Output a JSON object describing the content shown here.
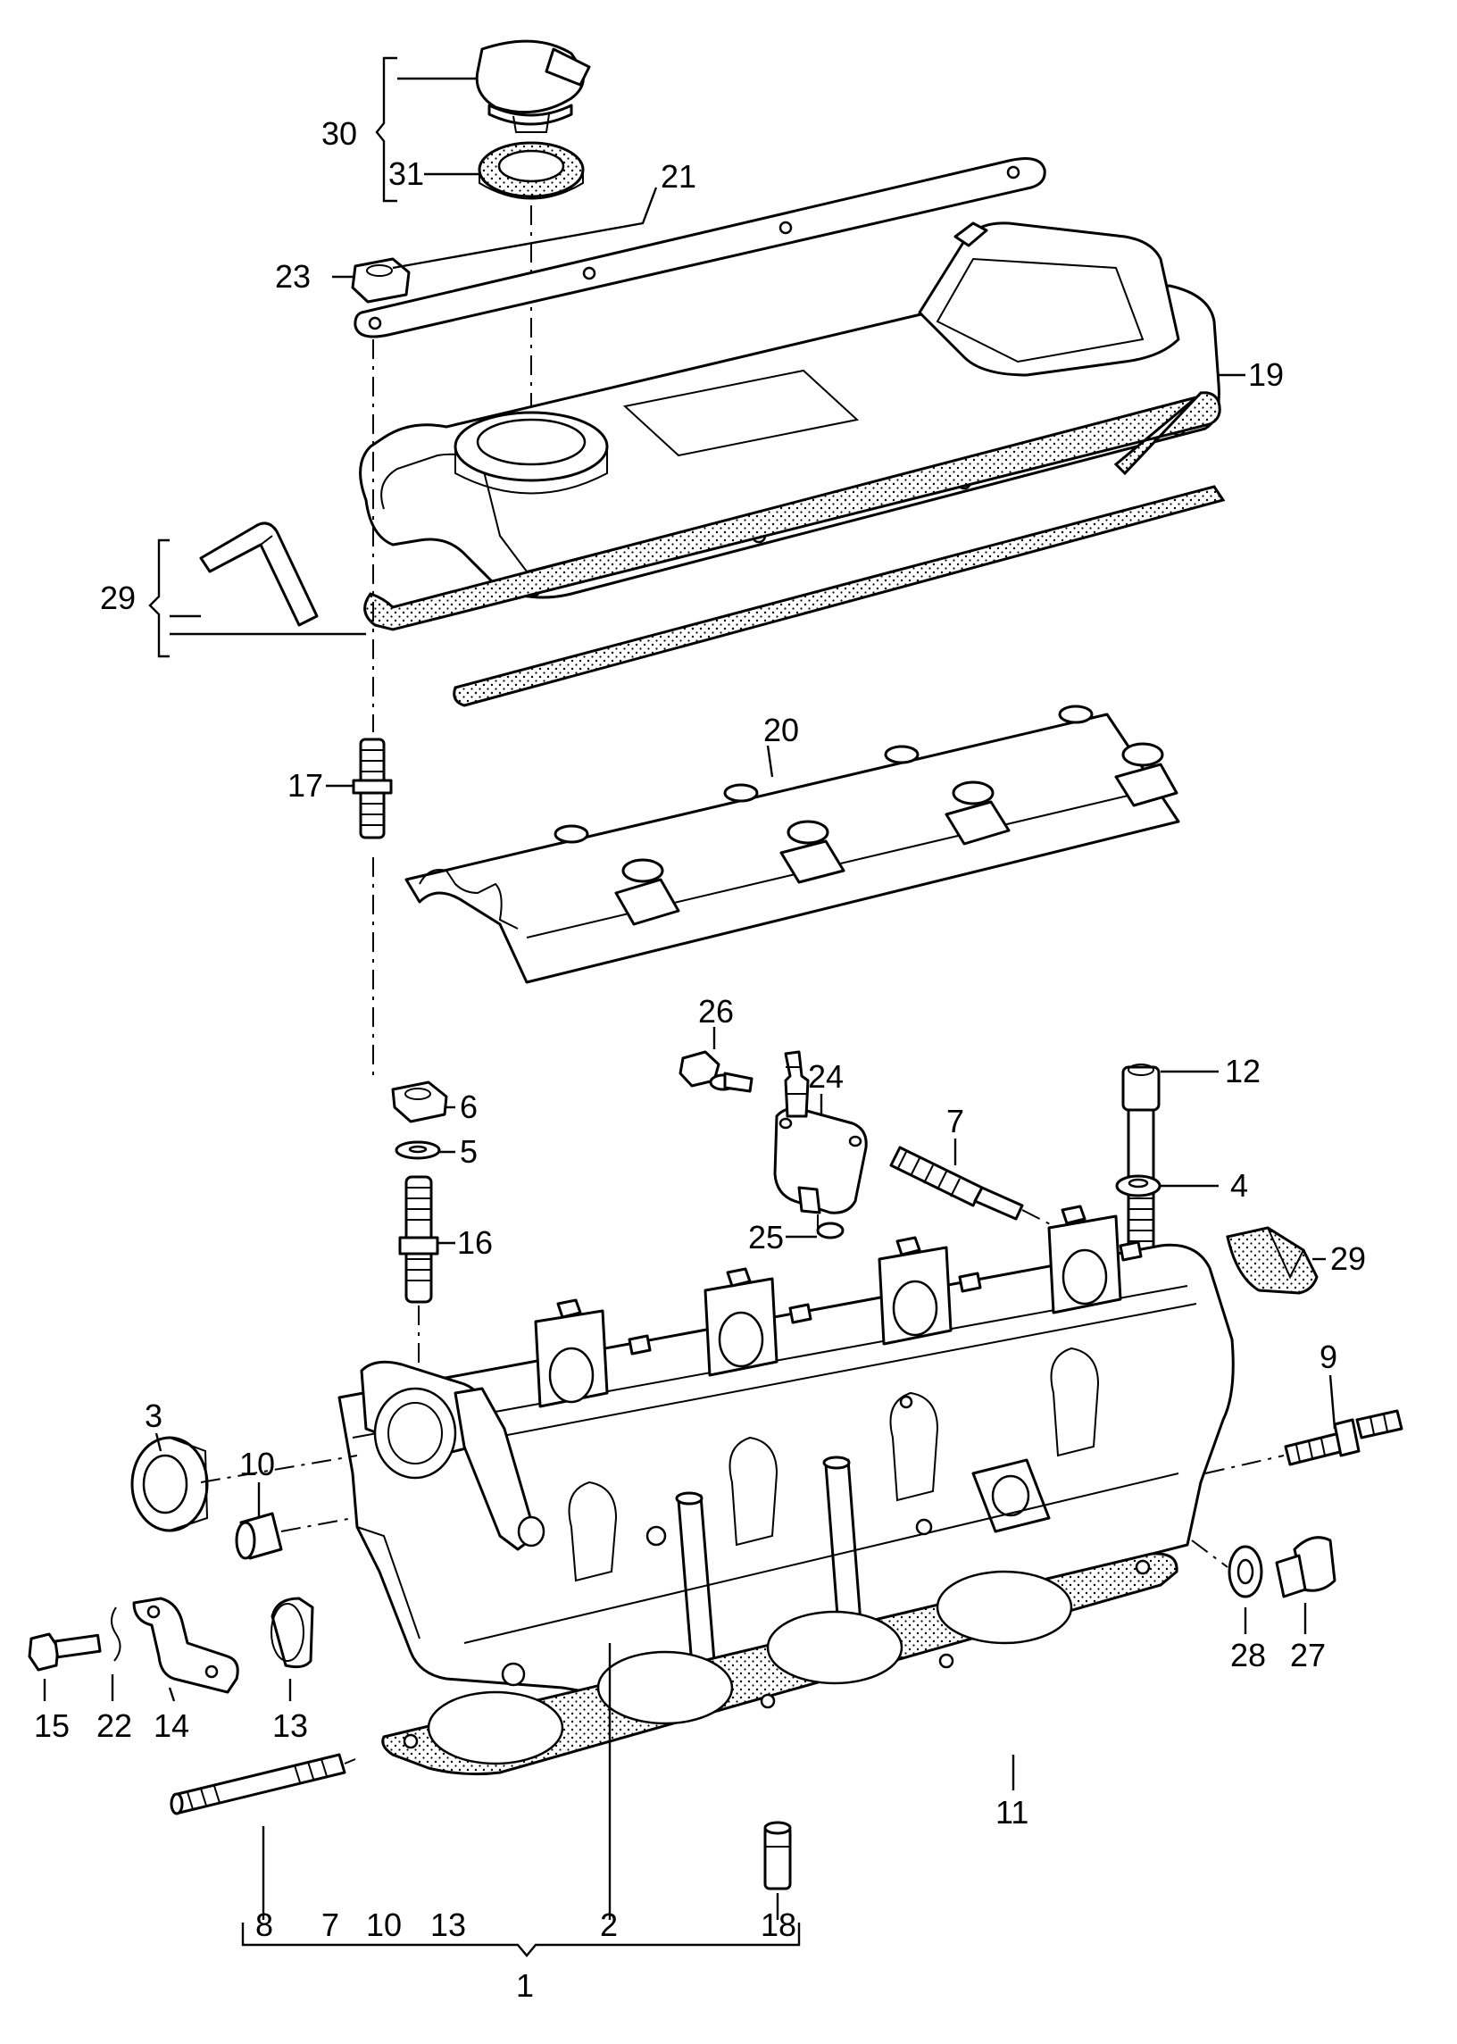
{
  "diagram": {
    "callouts": [
      {
        "id": "30",
        "text": "30"
      },
      {
        "id": "31",
        "text": "31"
      },
      {
        "id": "21",
        "text": "21"
      },
      {
        "id": "23",
        "text": "23"
      },
      {
        "id": "19",
        "text": "19"
      },
      {
        "id": "29a",
        "text": "29"
      },
      {
        "id": "20",
        "text": "20"
      },
      {
        "id": "17",
        "text": "17"
      },
      {
        "id": "26",
        "text": "26"
      },
      {
        "id": "24",
        "text": "24"
      },
      {
        "id": "12",
        "text": "12"
      },
      {
        "id": "7a",
        "text": "7"
      },
      {
        "id": "6",
        "text": "6"
      },
      {
        "id": "5",
        "text": "5"
      },
      {
        "id": "4",
        "text": "4"
      },
      {
        "id": "25",
        "text": "25"
      },
      {
        "id": "16",
        "text": "16"
      },
      {
        "id": "29b",
        "text": "29"
      },
      {
        "id": "9",
        "text": "9"
      },
      {
        "id": "3",
        "text": "3"
      },
      {
        "id": "10a",
        "text": "10"
      },
      {
        "id": "28",
        "text": "28"
      },
      {
        "id": "27",
        "text": "27"
      },
      {
        "id": "15",
        "text": "15"
      },
      {
        "id": "22",
        "text": "22"
      },
      {
        "id": "14",
        "text": "14"
      },
      {
        "id": "13a",
        "text": "13"
      },
      {
        "id": "11",
        "text": "11"
      },
      {
        "id": "8",
        "text": "8"
      },
      {
        "id": "7b",
        "text": "7"
      },
      {
        "id": "10b",
        "text": "10"
      },
      {
        "id": "13b",
        "text": "13"
      },
      {
        "id": "2",
        "text": "2"
      },
      {
        "id": "18",
        "text": "18"
      },
      {
        "id": "1",
        "text": "1"
      }
    ]
  }
}
